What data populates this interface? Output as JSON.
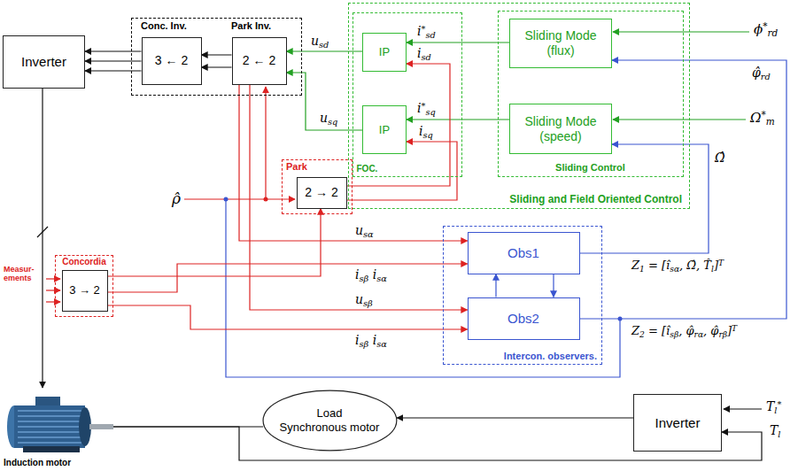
{
  "diagram": {
    "nodes": [
      {
        "text": [
          "Inverter"
        ]
      },
      {
        "text": [
          "Conc. Inv.",
          "Park Inv."
        ]
      },
      {
        "text": [
          "3 ← 2"
        ],
        "in": 1
      },
      {
        "text": [
          "2 ← 2"
        ],
        "in": 1
      },
      {
        "text": [
          "Sliding and Field Oriented Control"
        ]
      },
      {
        "text": [
          "FOC."
        ],
        "in": 4
      },
      {
        "text": [
          "IP"
        ],
        "in": 5
      },
      {
        "text": [
          "IP"
        ],
        "in": 5
      },
      {
        "text": [
          "Sliding Control"
        ],
        "in": 4
      },
      {
        "text": [
          "Sliding Mode (flux)"
        ],
        "in": 8
      },
      {
        "text": [
          "Sliding Mode (speed)"
        ],
        "in": 8
      },
      {
        "text": [
          "Park"
        ]
      },
      {
        "text": [
          "2 → 2"
        ],
        "in": 11
      },
      {
        "text": [
          "Intercon. observers."
        ]
      },
      {
        "text": [
          "Obs1"
        ],
        "in": 13
      },
      {
        "text": [
          "Obs2"
        ],
        "in": 13
      },
      {
        "text": [
          "Concordia"
        ]
      },
      {
        "text": [
          "3 → 2"
        ],
        "in": 16
      },
      {
        "text": [
          "Induction motor"
        ]
      },
      {
        "text": [
          "Load",
          "Synchronous motor"
        ]
      },
      {
        "text": [
          "Inverter"
        ]
      }
    ],
    "edges": [
      {
        "from": 0,
        "to": 18,
        "arrow": "to"
      },
      {
        "from": 2,
        "to": 0,
        "arrow": "to"
      },
      {
        "from": 3,
        "to": 2,
        "arrow": "to"
      },
      {
        "from": 6,
        "to": 3,
        "arrow": "to",
        "label": "usd"
      },
      {
        "from": 7,
        "to": 3,
        "arrow": "to",
        "label": "usq"
      },
      {
        "from": 9,
        "to": 6,
        "arrow": "to",
        "label": "i*sd"
      },
      {
        "from": 10,
        "to": 7,
        "arrow": "to",
        "label": "i*sq"
      },
      {
        "from": 12,
        "to": 6,
        "arrow": "to",
        "label": "isd"
      },
      {
        "from": 12,
        "to": 7,
        "arrow": "to",
        "label": "isq"
      },
      {
        "from": 17,
        "to": 12,
        "arrow": "to"
      },
      {
        "from": 3,
        "to": 14,
        "arrow": "to",
        "label": "usα"
      },
      {
        "from": 3,
        "to": 15,
        "arrow": "to",
        "label": "usβ"
      },
      {
        "from": 17,
        "to": 14,
        "arrow": "to",
        "label": "isβ isα"
      },
      {
        "from": 17,
        "to": 15,
        "arrow": "to",
        "label": "isβ isα"
      },
      {
        "from": 14,
        "to": 15,
        "arrow": "to"
      },
      {
        "from": 15,
        "to": 14,
        "arrow": "to"
      },
      {
        "from": 14,
        "to": 10,
        "arrow": "to",
        "label": "Ω̂"
      },
      {
        "from": 15,
        "to": 9,
        "arrow": "to",
        "label": "φ̂rd"
      },
      {
        "from": 18,
        "to": 19,
        "arrow": "none"
      },
      {
        "from": 20,
        "to": 19,
        "arrow": "to"
      },
      {
        "from": 18,
        "to": 20,
        "arrow": "to",
        "label": "Tl"
      }
    ],
    "labels": [
      "ϕ*rd",
      "Ω*m",
      "ρ̂",
      "Measur- ements",
      "Z1 = [îsα, Ω̂, T̂l]T",
      "Z2 = [îsβ, φ̂rα, φ̂rβ]T",
      "Tl*"
    ]
  }
}
